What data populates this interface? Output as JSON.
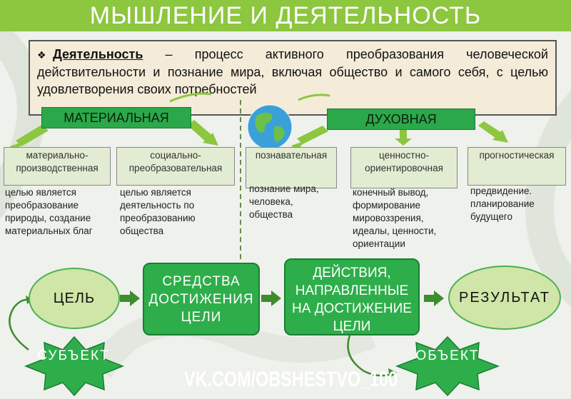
{
  "title": "МЫШЛЕНИЕ И ДЕЯТЕЛЬНОСТЬ",
  "definition": {
    "term": "Деятельность",
    "text": " – процесс активного преобразования человеческой действительности и познание мира, включая общество и самого себя, с целью удовлетворения своих потребностей"
  },
  "categories": {
    "material": "МАТЕРИАЛЬНАЯ",
    "spiritual": "ДУХОВНАЯ"
  },
  "subtypes": [
    {
      "name": "материально-производственная",
      "desc": "целью является преобразование природы, создание материальных благ"
    },
    {
      "name": "социально-преобразовательная",
      "desc": "целью является деятельность по преобразованию общества"
    },
    {
      "name": "познавательная",
      "desc": "познание мира, человека, общества"
    },
    {
      "name": "ценностно-ориентировочная",
      "desc": "конечный вывод, формирование мировоззрения, идеалы, ценности, ориентации"
    },
    {
      "name": "прогностическая",
      "desc": "предвидение. планирование будущего"
    }
  ],
  "flow": {
    "goal": "ЦЕЛЬ",
    "means": "СРЕДСТВА ДОСТИЖЕНИЯ ЦЕЛИ",
    "actions": "ДЕЙСТВИЯ, НАПРАВЛЕННЫЕ НА ДОСТИЖЕНИЕ ЦЕЛИ",
    "result": "РЕЗУЛЬТАТ",
    "subject": "СУБЪЕКТ",
    "object": "ОБЪЕКТ"
  },
  "footer": "VK.COM/OBSHESTVO_100",
  "colors": {
    "title_bar": "#8dc63f",
    "category": "#2ba84a",
    "flow_box": "#2eae4a",
    "ellipse": "#cfe6a8",
    "arrow": "#8dc63f",
    "definition_bg": "#f4ecd8"
  }
}
